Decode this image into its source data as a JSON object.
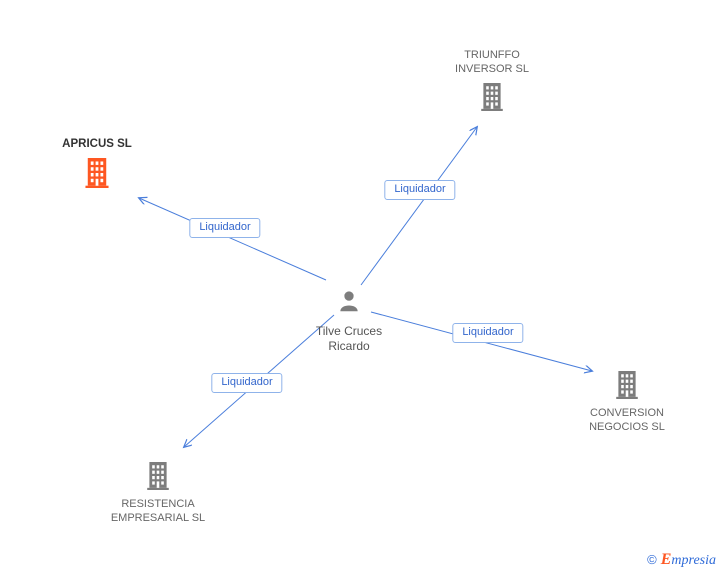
{
  "person": {
    "lines": [
      "Tilve Cruces",
      "Ricardo"
    ]
  },
  "companies": {
    "apricus": {
      "lines": [
        "APRICUS SL",
        ""
      ]
    },
    "triunffo": {
      "lines": [
        "TRIUNFFO",
        "INVERSOR SL"
      ]
    },
    "conversion": {
      "lines": [
        "CONVERSION",
        "NEGOCIOS SL"
      ]
    },
    "resistencia": {
      "lines": [
        "RESISTENCIA",
        "EMPRESARIAL SL"
      ]
    }
  },
  "edges": {
    "to_apricus": {
      "label": "Liquidador"
    },
    "to_triunffo": {
      "label": "Liquidador"
    },
    "to_conversion": {
      "label": "Liquidador"
    },
    "to_resistencia": {
      "label": "Liquidador"
    }
  },
  "footer": {
    "copyright": "©",
    "brand_first": "E",
    "brand_rest": "mpresia"
  },
  "colors": {
    "edge_blue": "#4a7edb",
    "label_blue": "#3366cc",
    "label_border_blue": "#8fb3ea",
    "icon_gray": "#7d7d7d",
    "accent_orange": "#fe5722"
  }
}
